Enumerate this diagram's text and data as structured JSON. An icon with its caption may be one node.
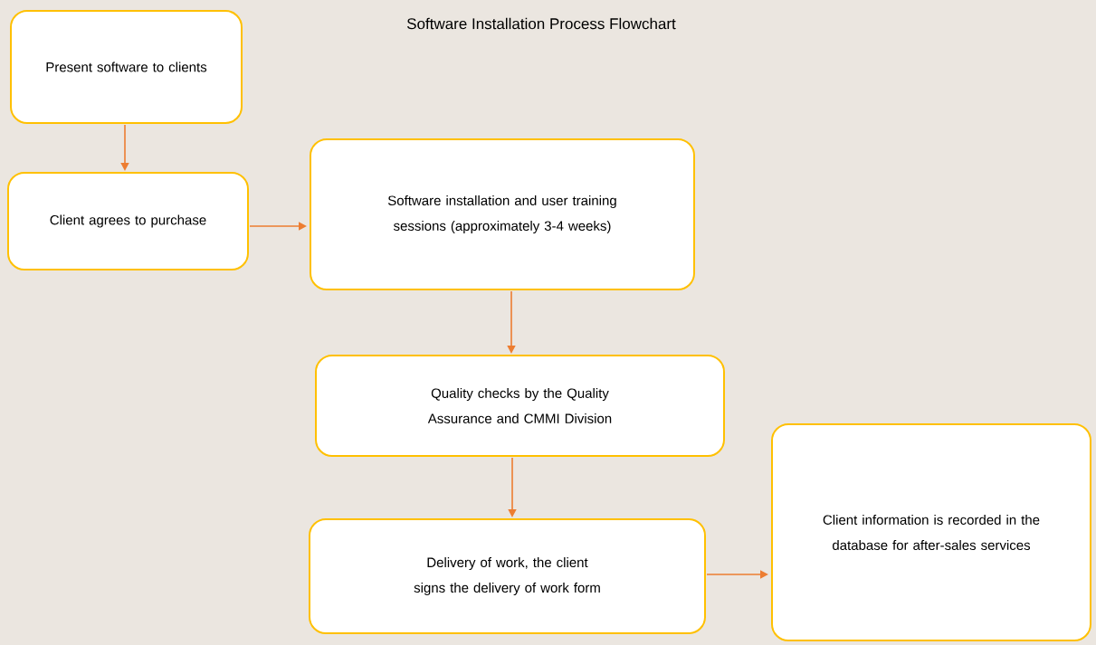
{
  "diagram": {
    "title": "Software Installation Process Flowchart",
    "nodes": [
      {
        "text": [
          "Present software to clients"
        ]
      },
      {
        "text": [
          "Client agrees to purchase"
        ]
      },
      {
        "text": [
          "Software installation and user training sessions (approximately 3-4 weeks)"
        ]
      },
      {
        "text": [
          "Quality checks by the Quality Assurance and CMMI Division"
        ]
      },
      {
        "text": [
          "Delivery of work, the client signs the delivery of work form"
        ]
      },
      {
        "text": [
          "Client information is recorded in the database for after-sales services"
        ]
      }
    ],
    "edges": [
      {
        "from": 0,
        "to": 1,
        "arrow": "to"
      },
      {
        "from": 1,
        "to": 2,
        "arrow": "to"
      },
      {
        "from": 2,
        "to": 3,
        "arrow": "to"
      },
      {
        "from": 3,
        "to": 4,
        "arrow": "to"
      },
      {
        "from": 4,
        "to": 5,
        "arrow": "to"
      }
    ]
  }
}
